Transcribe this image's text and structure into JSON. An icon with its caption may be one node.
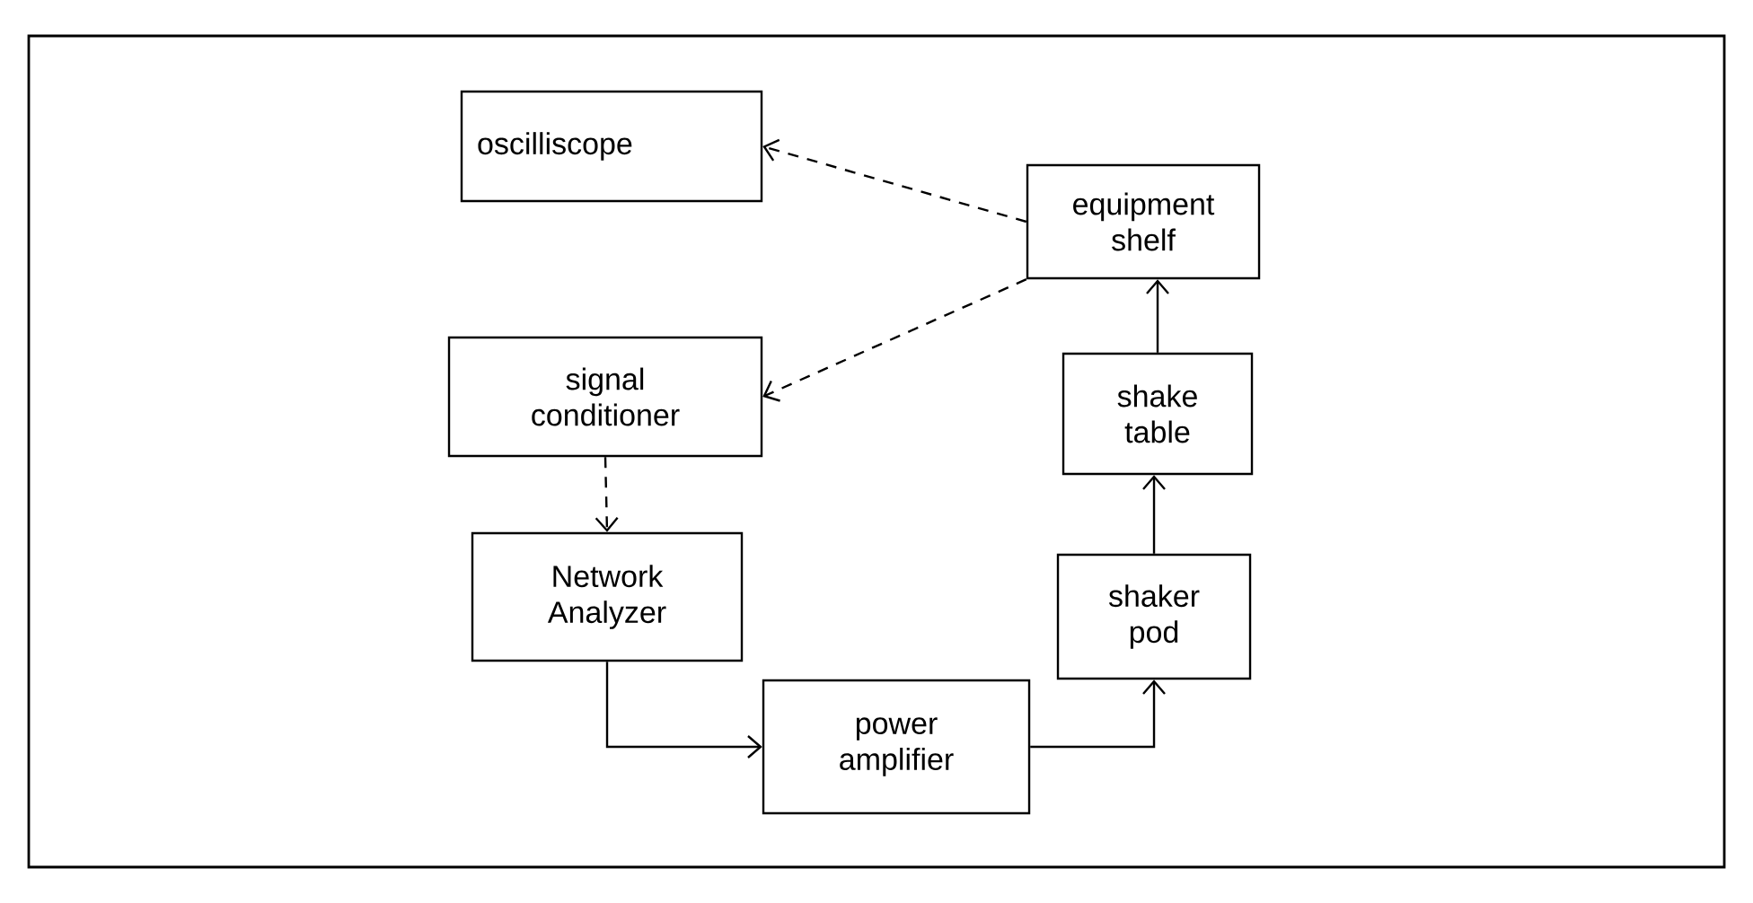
{
  "diagram": {
    "nodes": [
      {
        "text": [
          "oscilliscope"
        ]
      },
      {
        "text": [
          "equipment shelf"
        ]
      },
      {
        "text": [
          "signal conditioner"
        ]
      },
      {
        "text": [
          "shake table"
        ]
      },
      {
        "text": [
          "Network Analyzer"
        ]
      },
      {
        "text": [
          "shaker pod"
        ]
      },
      {
        "text": [
          "power amplifier"
        ]
      }
    ],
    "edges": [
      {
        "from": 1,
        "to": 0,
        "arrow": "to",
        "style": "dashed"
      },
      {
        "from": 1,
        "to": 2,
        "arrow": "to",
        "style": "dashed"
      },
      {
        "from": 2,
        "to": 4,
        "arrow": "to",
        "style": "dashed"
      },
      {
        "from": 4,
        "to": 6,
        "arrow": "to"
      },
      {
        "from": 6,
        "to": 5,
        "arrow": "to"
      },
      {
        "from": 5,
        "to": 3,
        "arrow": "to"
      },
      {
        "from": 3,
        "to": 1,
        "arrow": "to"
      }
    ]
  }
}
